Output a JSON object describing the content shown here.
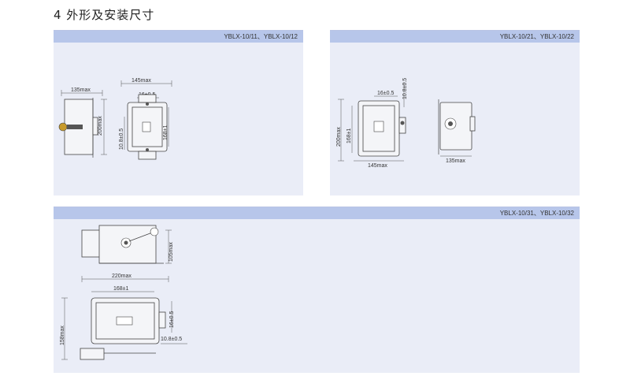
{
  "page": {
    "section_title": "4 外形及安装尺寸"
  },
  "panels": [
    {
      "header": "YBLX-10/11、YBLX-10/12",
      "dims": {
        "d1": "135max",
        "d2": "200max",
        "d3": "145max",
        "d4": "16±0.5",
        "d5": "168±1",
        "d6": "10.8±0.5"
      }
    },
    {
      "header": "YBLX-10/21、YBLX-10/22",
      "dims": {
        "d1": "200max",
        "d2": "168±1",
        "d3": "16±0.5",
        "d4": "10.8±0.5",
        "d5": "145max",
        "d6": "135max"
      }
    },
    {
      "header": "YBLX-10/31、YBLX-10/32",
      "dims": {
        "d1": "105max",
        "d2": "220max",
        "d3": "168±1",
        "d4": "16±0.5",
        "d5": "158max",
        "d6": "10.8±0.5"
      }
    }
  ]
}
